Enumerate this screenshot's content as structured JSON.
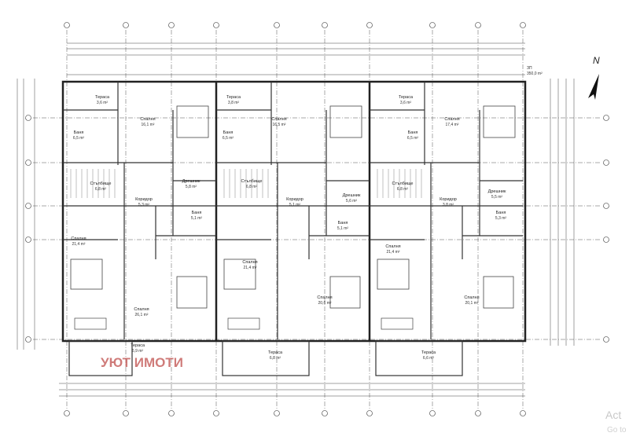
{
  "plan": {
    "built_area_label": "ЗП",
    "built_area_value": "350,0 m²",
    "north_label": "N",
    "watermark": "УЮТ ИМОТИ",
    "os_overlay": {
      "line1": "Act",
      "line2": "Go to"
    },
    "rooms": [
      {
        "name": "Тераса",
        "area": "3,6 m²"
      },
      {
        "name": "Спалня",
        "area": "16,1 m²"
      },
      {
        "name": "Баня",
        "area": "6,5 m²"
      },
      {
        "name": "Стълбище",
        "area": "6,8 m²"
      },
      {
        "name": "Коридор",
        "area": "5,3 m²"
      },
      {
        "name": "Дрешник",
        "area": "5,8 m²"
      },
      {
        "name": "Баня",
        "area": "5,1 m²"
      },
      {
        "name": "Спалня",
        "area": "21,4 m²"
      },
      {
        "name": "Спалня",
        "area": "26,1 m²"
      },
      {
        "name": "Тераса",
        "area": "6,9 m²"
      },
      {
        "name": "Тераса",
        "area": "3,8 m²"
      },
      {
        "name": "Спалня",
        "area": "16,5 m²"
      },
      {
        "name": "Баня",
        "area": "6,5 m²"
      },
      {
        "name": "Стълбище",
        "area": "6,8 m²"
      },
      {
        "name": "Коридор",
        "area": "5,1 m²"
      },
      {
        "name": "Дрешник",
        "area": "5,6 m²"
      },
      {
        "name": "Баня",
        "area": "5,1 m²"
      },
      {
        "name": "Спалня",
        "area": "21,4 m²"
      },
      {
        "name": "Спалня",
        "area": "20,6 m²"
      },
      {
        "name": "Тераса",
        "area": "6,8 m²"
      },
      {
        "name": "Тераса",
        "area": "3,6 m²"
      },
      {
        "name": "Спалня",
        "area": "17,4 m²"
      },
      {
        "name": "Баня",
        "area": "6,5 m²"
      },
      {
        "name": "Стълбище",
        "area": "6,8 m²"
      },
      {
        "name": "Коридор",
        "area": "3,8 m²"
      },
      {
        "name": "Дрешник",
        "area": "5,5 m²"
      },
      {
        "name": "Баня",
        "area": "5,3 m²"
      },
      {
        "name": "Спалня",
        "area": "21,4 m²"
      },
      {
        "name": "Спалня",
        "area": "20,1 m²"
      },
      {
        "name": "Тераса",
        "area": "6,6 m²"
      }
    ]
  }
}
